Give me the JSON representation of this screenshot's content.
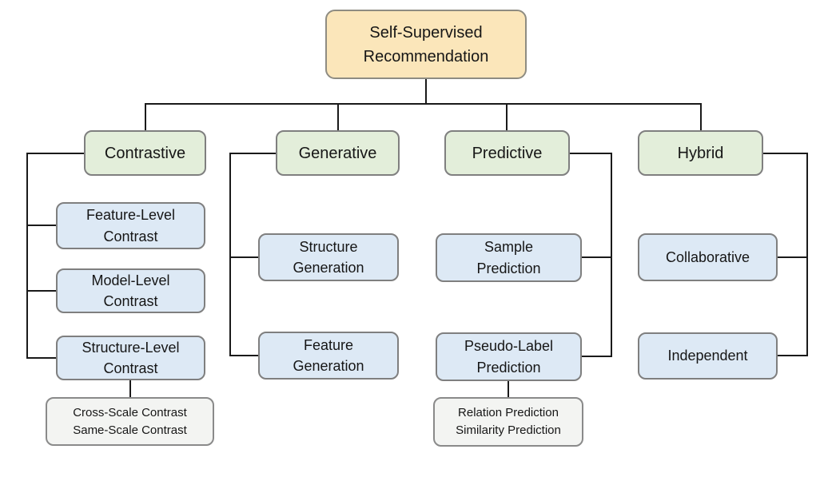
{
  "diagram": {
    "root": {
      "label": "Self-Supervised\nRecommendation"
    },
    "branches": [
      {
        "label": "Contrastive",
        "children": [
          {
            "label": "Feature-Level\nContrast"
          },
          {
            "label": "Model-Level\nContrast"
          },
          {
            "label": "Structure-Level\nContrast"
          }
        ],
        "note": {
          "label": "Cross-Scale Contrast\nSame-Scale Contrast"
        }
      },
      {
        "label": "Generative",
        "children": [
          {
            "label": "Structure\nGeneration"
          },
          {
            "label": "Feature\nGeneration"
          }
        ]
      },
      {
        "label": "Predictive",
        "children": [
          {
            "label": "Sample\nPrediction"
          },
          {
            "label": "Pseudo-Label\nPrediction"
          }
        ],
        "note": {
          "label": "Relation Prediction\nSimilarity Prediction"
        }
      },
      {
        "label": "Hybrid",
        "children": [
          {
            "label": "Collaborative"
          },
          {
            "label": "Independent"
          }
        ]
      }
    ],
    "colors": {
      "root_fill": "#fbe6ba",
      "branch_fill": "#e3eeda",
      "child_fill": "#dde9f5",
      "note_fill": "#f3f4f2",
      "box_border": "#7f7f7f",
      "connector_line": "#1a1a1a",
      "text": "#161616",
      "background": "#ffffff"
    }
  }
}
